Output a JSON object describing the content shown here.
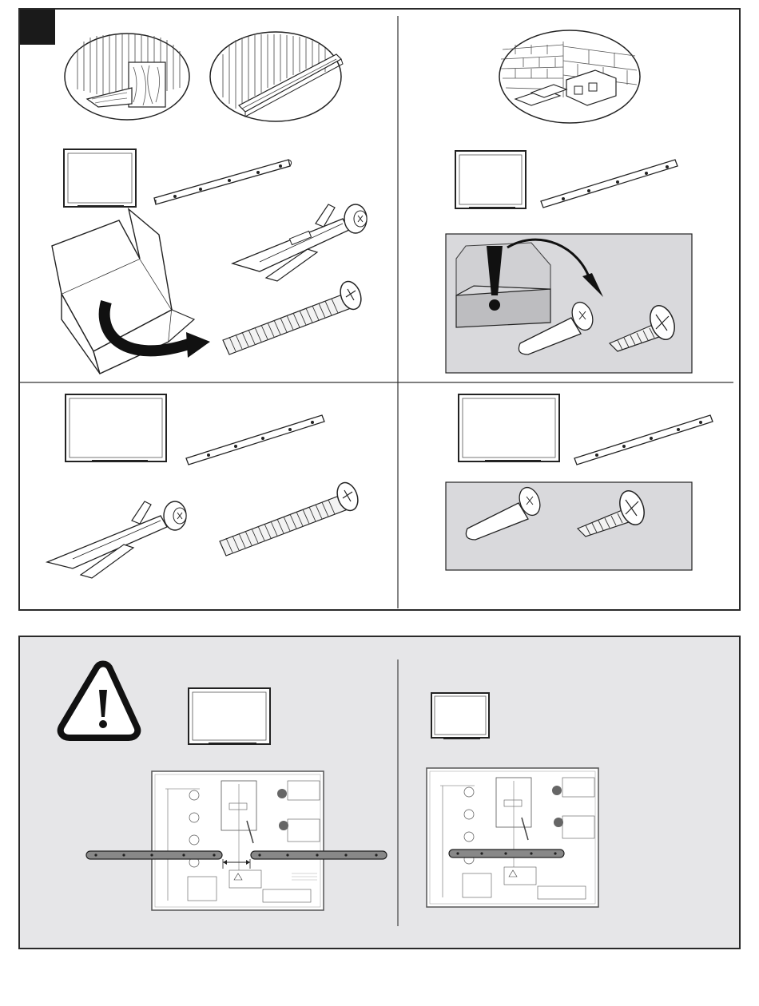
{
  "page": {
    "step_number": "",
    "colors": {
      "line": "#1e1e1e",
      "panel_gray": "#e6e6e8",
      "box_gray": "#d9d9dc",
      "bg": "#ffffff"
    }
  },
  "top_panel": {
    "quadrants": [
      {
        "id": "wood-drywall",
        "items": [
          "wall-scene-icon",
          "wood-stud-icon",
          "drywall-channel-icon",
          "display-icon",
          "mounting-rail-icon",
          "open-box-icon",
          "toggle-anchor-icon",
          "long-bolt-icon"
        ]
      },
      {
        "id": "masonry",
        "items": [
          "masonry-wall-icon",
          "display-icon",
          "mounting-rail-icon",
          "warning-exclamation-icon",
          "toolbox-icon",
          "masonry-anchor-icon",
          "wood-screw-icon"
        ]
      },
      {
        "id": "large-display",
        "items": [
          "display-icon",
          "mounting-rail-icon",
          "toggle-anchor-icon",
          "long-bolt-icon"
        ]
      },
      {
        "id": "large-display-masonry",
        "items": [
          "display-icon",
          "mounting-rail-icon",
          "masonry-anchor-icon",
          "wood-screw-icon"
        ]
      }
    ]
  },
  "bottom_panel": {
    "left": {
      "icons": [
        "warning-triangle-icon",
        "wide-display-icon",
        "template-sheet-icon",
        "extended-rail-icon"
      ]
    },
    "right": {
      "icons": [
        "small-display-icon",
        "template-sheet-icon",
        "rail-icon"
      ]
    }
  }
}
